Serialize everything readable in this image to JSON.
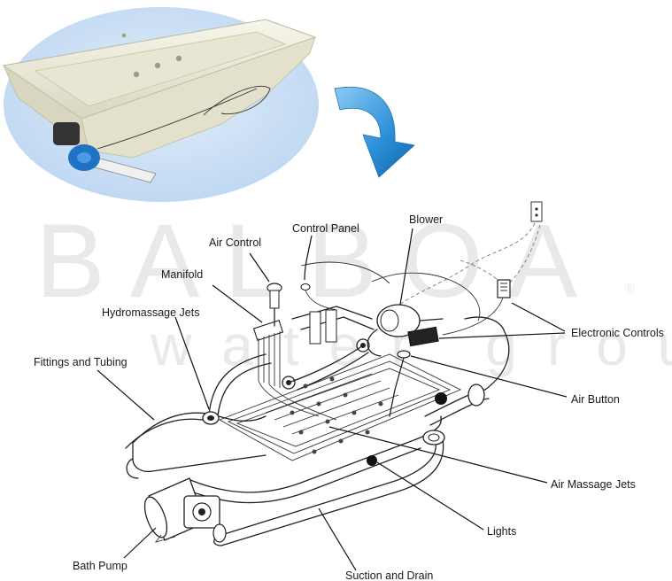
{
  "watermark": {
    "brand": "BALBOA",
    "sub": "water group",
    "registered": "®"
  },
  "labels": {
    "control_panel": "Control Panel",
    "blower": "Blower",
    "air_control": "Air Control",
    "manifold": "Manifold",
    "hydromassage_jets": "Hydromassage Jets",
    "fittings_and_tubing": "Fittings and Tubing",
    "electronic_controls": "Electronic Controls",
    "air_button": "Air Button",
    "air_massage_jets": "Air Massage  Jets",
    "lights": "Lights",
    "bath_pump": "Bath Pump",
    "suction_and_drain": "Suction and Drain"
  },
  "colors": {
    "bubble": "#cfe3f7",
    "arrow": "#2a8fd8",
    "tub": "#efeede",
    "pump_blue": "#1f72c4"
  }
}
